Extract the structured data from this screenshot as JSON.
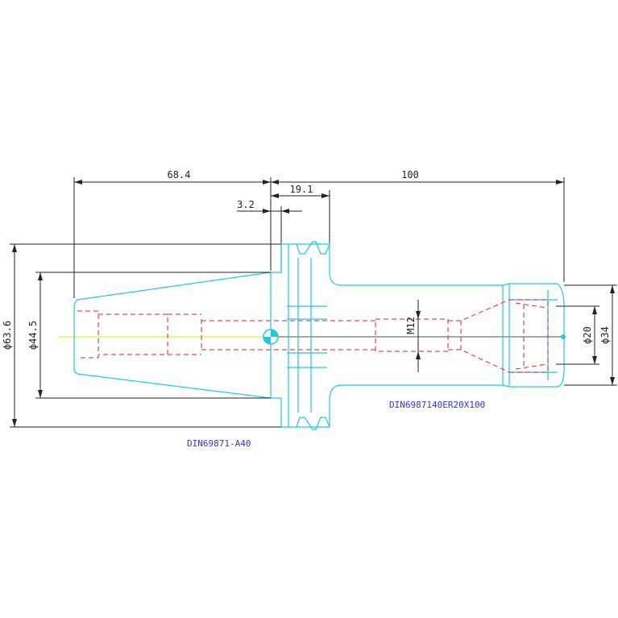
{
  "dimensions": {
    "length_taper": "68.4",
    "length_total": "100",
    "flange_width": "19.1",
    "flange_offset": "3.2",
    "dia_flange": "ϕ63.6",
    "dia_taper": "ϕ44.5",
    "thread": "M12",
    "dia_bore": "ϕ20",
    "dia_nut": "ϕ34"
  },
  "labels": {
    "taper_standard": "DIN69871-A40",
    "holder_code": "DIN6987140ER20X100"
  },
  "colors": {
    "outline": "#22c8e0",
    "hidden": "#ee2222",
    "dimension": "#222222",
    "centerline": "#e8e800",
    "label": "#3333dd",
    "origin": "#22c8e0"
  }
}
